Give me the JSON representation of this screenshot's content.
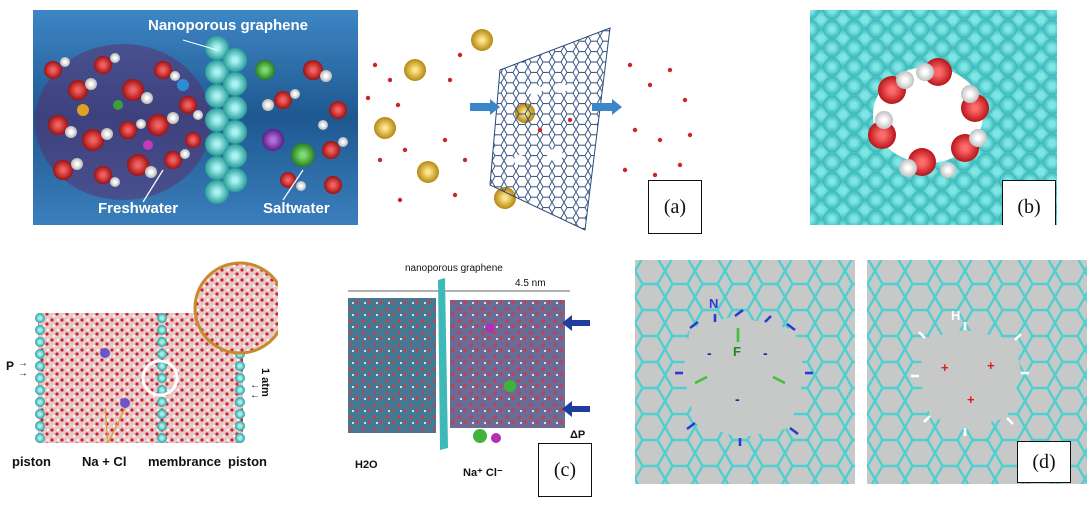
{
  "panel_labels": {
    "a": "(a)",
    "b": "(b)",
    "c": "(c)",
    "d": "(d)"
  },
  "panel_a": {
    "title": "Nanoporous graphene",
    "left_label": "Freshwater",
    "right_label": "Saltwater"
  },
  "panel_left_bottom": {
    "p_label": "P",
    "atm_label": "1 atm",
    "piston_left": "piston",
    "ions_label": "Na + Cl",
    "membrane_label": "membrance",
    "piston_right": "piston"
  },
  "panel_c": {
    "title": "nanoporous graphene",
    "dimension": "4.5 nm",
    "water_label": "H2O",
    "ions": "Na⁺ Cl⁻",
    "pressure": "ΔP"
  },
  "panel_d": {
    "left_atom_n": "N",
    "left_atom_f": "F",
    "right_atom_h": "H",
    "minus": "-",
    "plus": "+"
  },
  "colors": {
    "graphene_cyan": "#5ec9c9",
    "water_red": "#c9262b",
    "gold_ion": "#d4a227",
    "nitrogen_blue": "#2b3bd1",
    "fluorine_green": "#3fc23a"
  }
}
